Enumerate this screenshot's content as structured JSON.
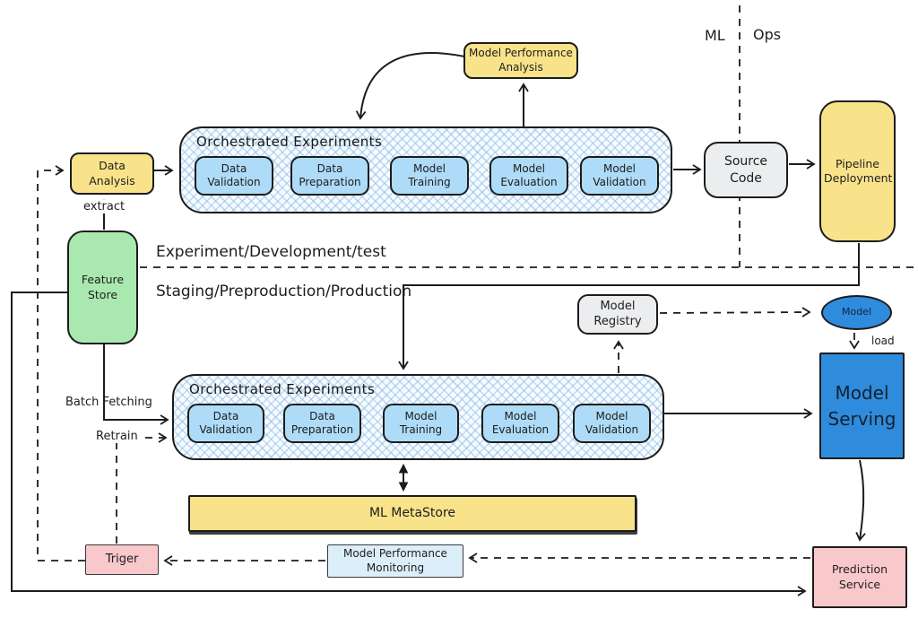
{
  "diagram": {
    "ml_ops": {
      "ml": "ML",
      "ops": "Ops"
    },
    "lanes": {
      "top": "Experiment/Development/test",
      "bottom": "Staging/Preproduction/Production"
    },
    "nodes": {
      "model_performance_analysis": "Model Performance Analysis",
      "data_analysis": "Data Analysis",
      "source_code": "Source Code",
      "pipeline_deployment": "Pipeline Deployment",
      "feature_store": "Feature Store",
      "model_registry": "Model Registry",
      "model": "Model",
      "model_serving": "Model Serving",
      "ml_metastore": "ML MetaStore",
      "model_performance_monitoring": "Model Performance Monitoring",
      "trigger": "Triger",
      "prediction_service": "Prediction Service"
    },
    "pipelines": [
      {
        "title": "Orchestrated Experiments",
        "steps": [
          "Data Validation",
          "Data Preparation",
          "Model Training",
          "Model Evaluation",
          "Model Validation"
        ]
      },
      {
        "title": "Orchestrated Experiments",
        "steps": [
          "Data Validation",
          "Data Preparation",
          "Model Training",
          "Model Evaluation",
          "Model Validation"
        ]
      }
    ],
    "edge_labels": {
      "extract": "extract",
      "batch_fetching": "Batch Fetching",
      "retrain": "Retrain",
      "load": "load"
    },
    "colors": {
      "yellow": "#F9E38A",
      "green": "#A9E9B0",
      "step_blue": "#AEDCF8",
      "deep_blue": "#2F8BDC",
      "gray": "#ECEDEF",
      "pink": "#F9C8CA",
      "pale_blue": "#DCEEFA",
      "ink": "#1c1c1c"
    }
  }
}
